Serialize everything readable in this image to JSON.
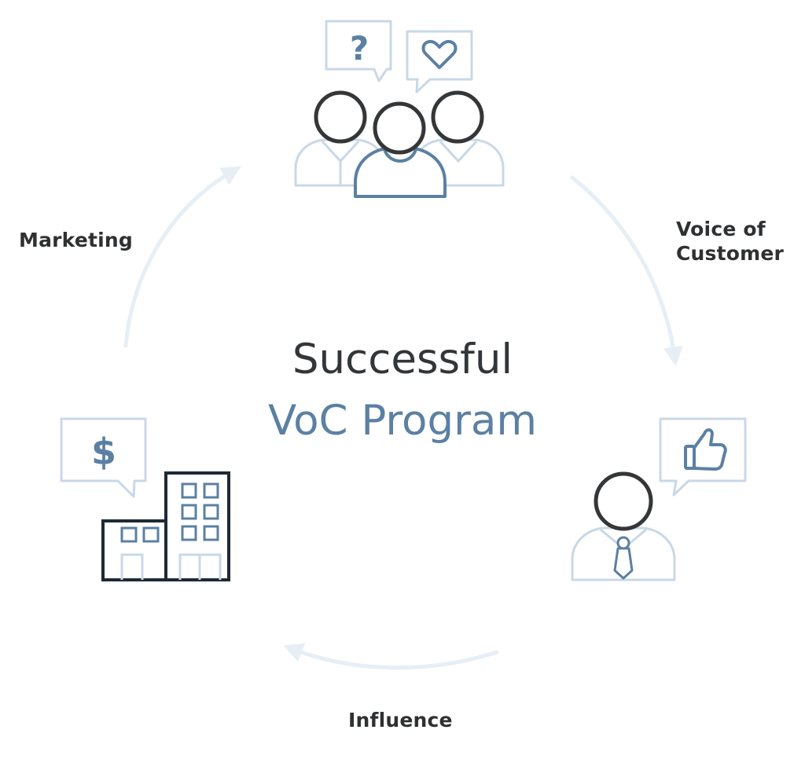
{
  "title": {
    "line1": "Successful",
    "line2": "VoC Program"
  },
  "cycle_labels": {
    "marketing": "Marketing",
    "voice_line1": "Voice of",
    "voice_line2": "Customer",
    "influence": "Influence"
  },
  "icon_glyphs": {
    "question": "?",
    "dollar": "$"
  },
  "colors": {
    "dark": "#2e3032",
    "accent_blue": "#5b80a3",
    "light_blue": "#c9d8e8",
    "arrow": "#e6eef6",
    "building": "#1e2a33"
  },
  "icons": [
    "customers-group-icon",
    "question-bubble-icon",
    "heart-bubble-icon",
    "business-person-icon",
    "thumbs-up-bubble-icon",
    "office-building-icon",
    "dollar-bubble-icon"
  ]
}
